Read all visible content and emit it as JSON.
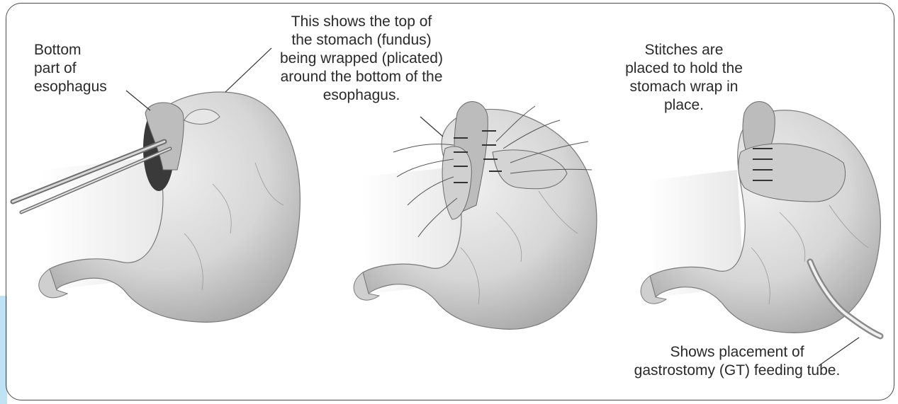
{
  "labels": {
    "bottom_esophagus": "Bottom\npart of\nesophagus",
    "fundus_wrap": "This shows the top of\nthe stomach (fundus)\nbeing wrapped (plicated)\naround the bottom of the\nesophagus.",
    "stitches": "Stitches are\nplaced to hold the\nstomach wrap in\nplace.",
    "gt_tube": "Shows placement of\ngastrostomy (GT) feeding tube."
  },
  "colors": {
    "stomach_fill": "#d9d9d9",
    "stomach_shade": "#b9b9b9",
    "tissue": "#eeeeee",
    "line": "#4a4a4a",
    "accent_tab": "#bfe3f4"
  }
}
